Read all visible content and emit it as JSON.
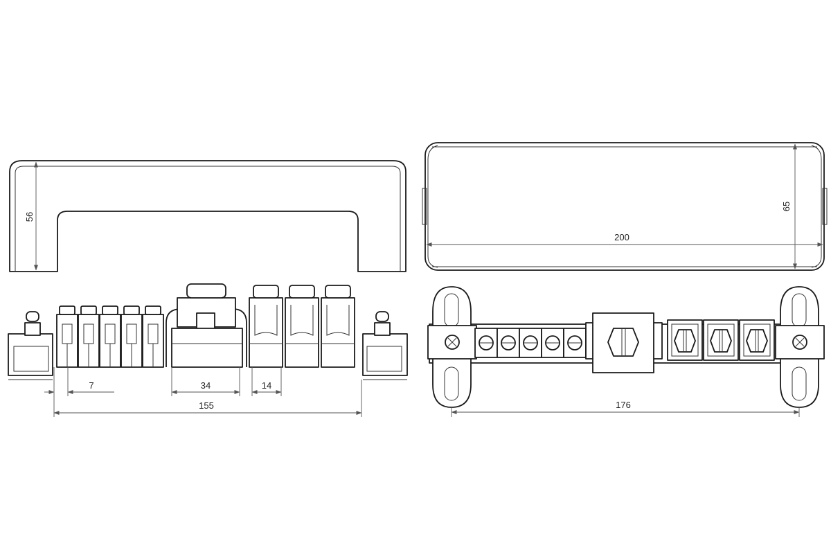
{
  "dimensions": {
    "cover_height": "56",
    "cover_top_height": "65",
    "cover_top_length": "200",
    "small_terminal_pitch": "7",
    "center_clamp_width": "34",
    "large_terminal_width": "14",
    "side_overall_length": "155",
    "top_overall_length": "176"
  },
  "colors": {
    "line": "#1a1a1a",
    "dimension": "#555555",
    "background": "#ffffff"
  }
}
